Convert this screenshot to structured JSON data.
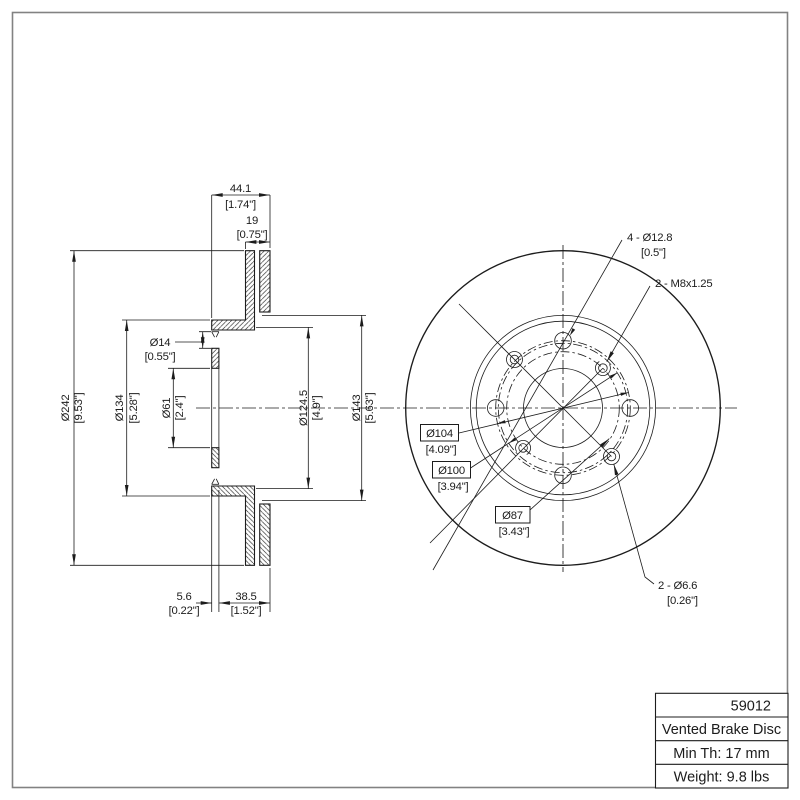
{
  "drawing": {
    "section_view": {
      "dim_width_total": {
        "mm": "44.1",
        "in": "[1.74\"]"
      },
      "dim_rotor_thickness": {
        "mm": "19",
        "in": "[0.75\"]"
      },
      "dim_outer_diameter": {
        "mm": "Ø242",
        "in": "[9.53\"]"
      },
      "dim_hat_diameter": {
        "mm": "Ø134",
        "in": "[5.28\"]"
      },
      "dim_center_bore": {
        "mm": "Ø61",
        "in": "[2.4\"]"
      },
      "dim_bolt_hole": {
        "mm": "Ø14",
        "in": "[0.55\"]"
      },
      "dim_hat_inner_diameter": {
        "mm": "Ø124.5",
        "in": "[4.9\"]"
      },
      "dim_vent_inner_diameter": {
        "mm": "Ø143",
        "in": "[5.63\"]"
      },
      "dim_flange_thickness": {
        "mm": "5.6",
        "in": "[0.22\"]"
      },
      "dim_hat_depth": {
        "mm": "38.5",
        "in": "[1.52\"]"
      }
    },
    "front_view": {
      "callout_lug_holes": {
        "label": "4 - Ø12.8",
        "in": "[0.5\"]"
      },
      "callout_thread_holes": {
        "label": "2 - M8x1.25"
      },
      "callout_small_holes": {
        "label": "2 - Ø6.6",
        "in": "[0.26\"]"
      },
      "callout_bc_104": {
        "label": "Ø104",
        "in": "[4.09\"]"
      },
      "callout_bc_100": {
        "label": "Ø100",
        "in": "[3.94\"]"
      },
      "callout_bc_87": {
        "label": "Ø87",
        "in": "[3.43\"]"
      }
    },
    "title_block": {
      "part_number": "59012",
      "product_type": "Vented Brake Disc",
      "min_thickness": "Min Th: 17 mm",
      "weight": "Weight: 9.8 lbs"
    },
    "colors": {
      "line": "#1c1c1c",
      "frame": "#828282",
      "background": "#ffffff"
    }
  }
}
